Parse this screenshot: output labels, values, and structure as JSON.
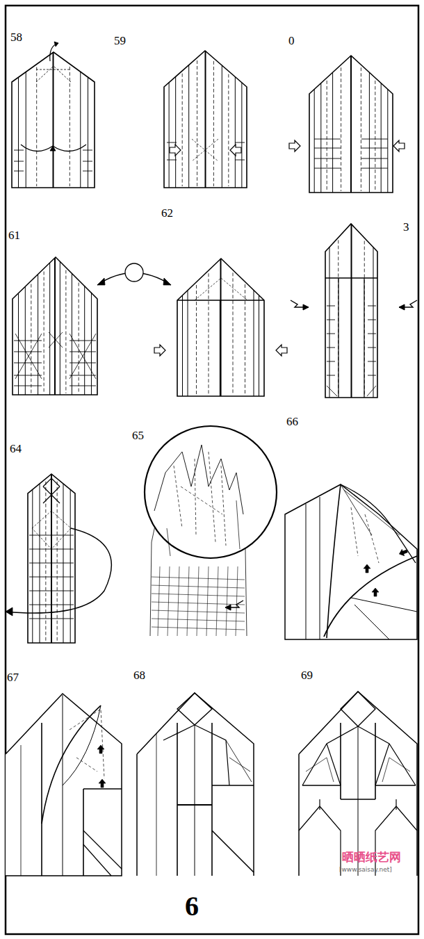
{
  "diagram": {
    "labels": [
      "58",
      "59",
      "0",
      "61",
      "62",
      "3",
      "64",
      "65",
      "66",
      "67",
      "68",
      "69",
      "6",
      "晒晒纸艺网",
      "[www.saisay.net]"
    ]
  }
}
